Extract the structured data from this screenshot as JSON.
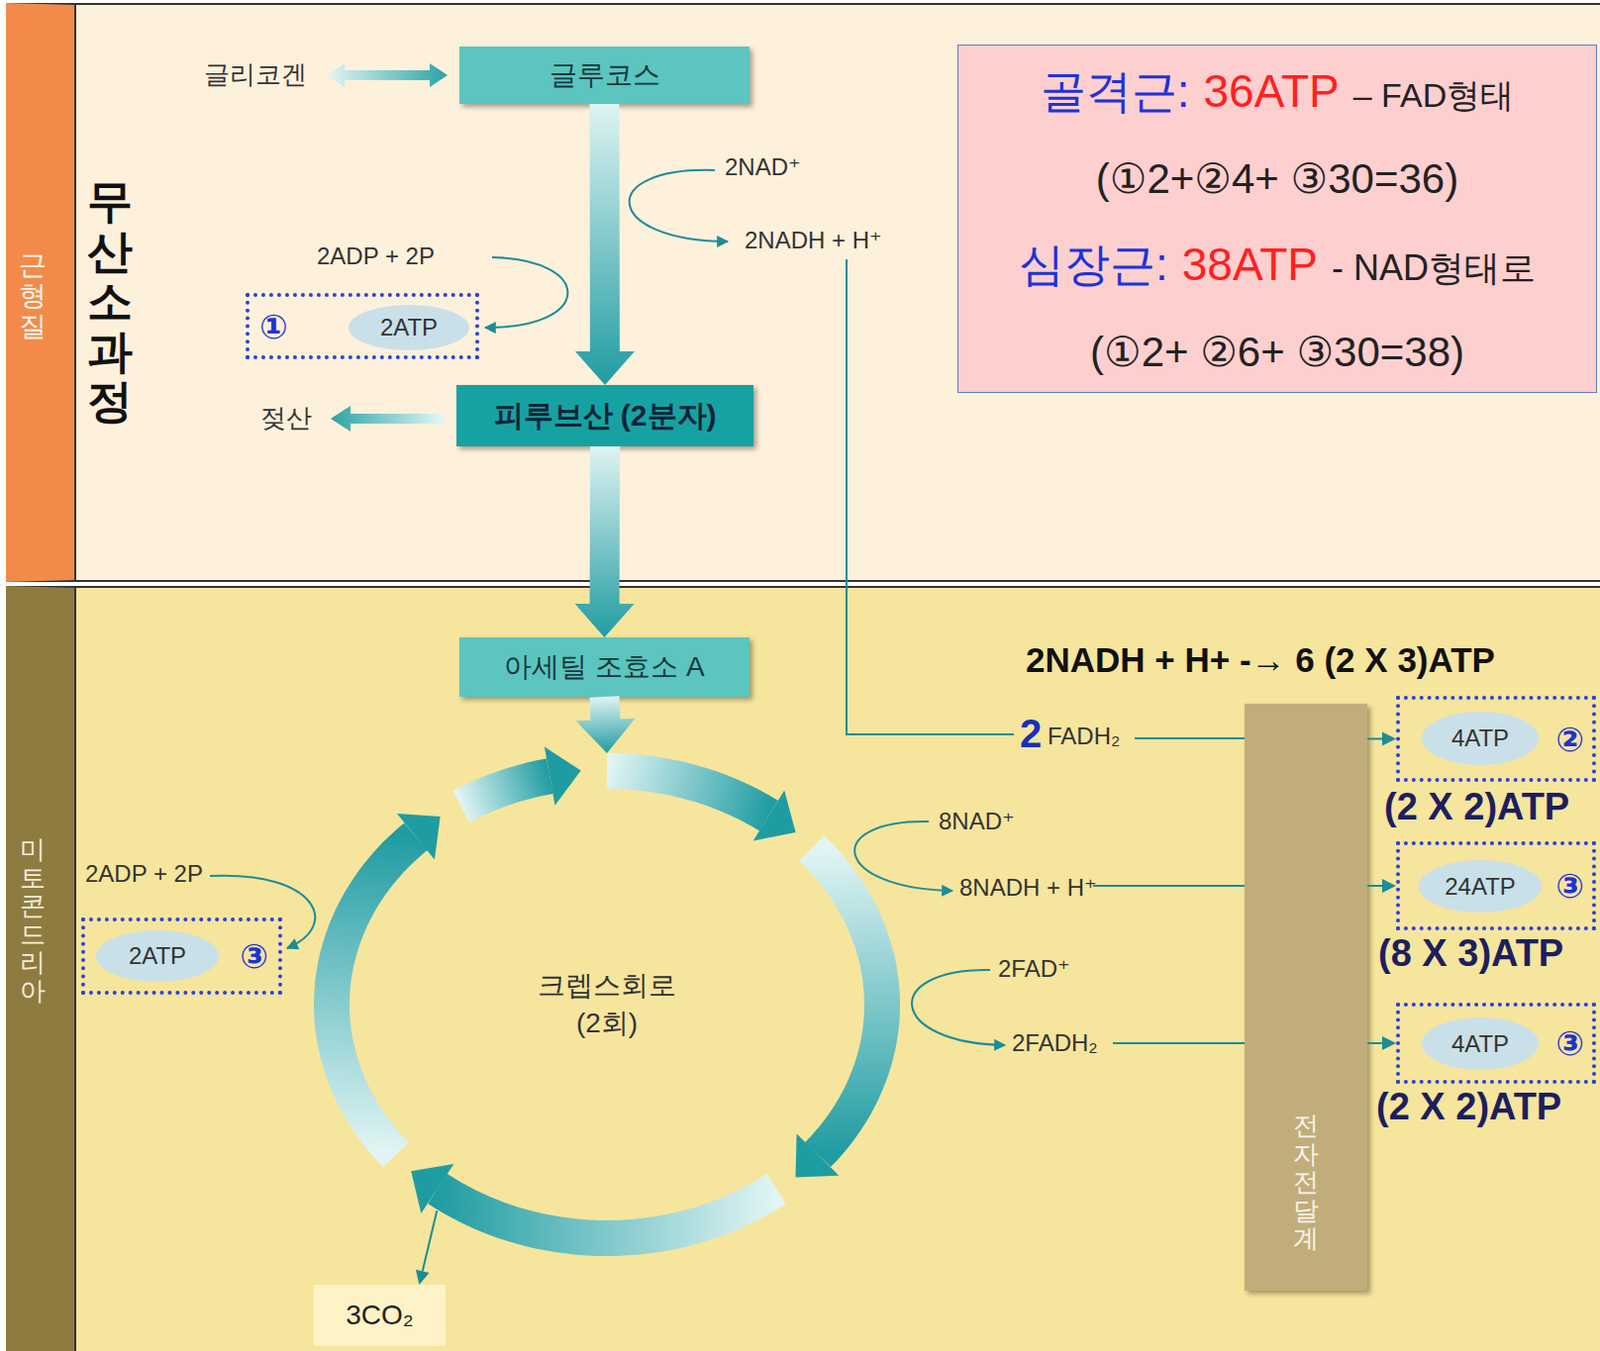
{
  "diagram": {
    "nodes": [
      {
        "text": [
          "근형질"
        ]
      },
      {
        "text": [
          "글루코스"
        ],
        "in": 0
      },
      {
        "text": [
          "①"
        ],
        "in": 0
      },
      {
        "text": [
          "2ATP"
        ],
        "in": 2
      },
      {
        "text": [
          "피루브산 (2분자)"
        ],
        "in": 0
      },
      {
        "text": [
          "골격근:",
          "36ATP",
          "– FAD형태",
          "(①2+②4+ ③30=36)",
          "심장근:",
          "38ATP",
          "- NAD형태로",
          "(①2+ ②6+ ③30=38)"
        ],
        "in": 0
      },
      {
        "text": [
          "미토콘드리아"
        ]
      },
      {
        "text": [
          "아세틸 조효소 A"
        ],
        "in": 6
      },
      {
        "text": [
          "전자전달계"
        ],
        "in": 6
      },
      {
        "text": [
          "②"
        ],
        "in": 6
      },
      {
        "text": [
          "4ATP"
        ],
        "in": 9
      },
      {
        "text": [
          "크렙스회로 (2회)"
        ],
        "in": 6
      },
      {
        "text": [
          "③"
        ],
        "in": 6
      },
      {
        "text": [
          "2ATP"
        ],
        "in": 12
      },
      {
        "text": [
          "③"
        ],
        "in": 6
      },
      {
        "text": [
          "24ATP"
        ],
        "in": 14
      },
      {
        "text": [
          "③"
        ],
        "in": 6
      },
      {
        "text": [
          "4ATP"
        ],
        "in": 16
      },
      {
        "text": [
          "3CO₂"
        ],
        "in": 6
      }
    ],
    "edges": [
      {
        "from": 1,
        "to": 4,
        "arrow": "to"
      },
      {
        "from": 4,
        "to": 7,
        "arrow": "to"
      },
      {
        "from": 7,
        "to": 11,
        "arrow": "to"
      },
      {
        "from": 8,
        "to": 9,
        "arrow": "to"
      },
      {
        "from": 8,
        "to": 14,
        "arrow": "to"
      },
      {
        "from": 8,
        "to": 16,
        "arrow": "to"
      },
      {
        "from": 11,
        "to": 18,
        "arrow": "to"
      }
    ],
    "labels": [
      "글리코겐",
      "무산소과정",
      "2NAD⁺",
      "2NADH + H⁺",
      "2ADP + 2P",
      "젖산",
      "2NADH + H+ -→ 6 (2 X 3)ATP",
      "2",
      "FADH₂",
      "(2 X 2)ATP",
      "8NAD⁺",
      "8NADH + H⁺",
      "(8 X 3)ATP",
      "2ADP + 2P",
      "2FAD⁺",
      "2FADH₂",
      "(2 X 2)ATP"
    ]
  }
}
